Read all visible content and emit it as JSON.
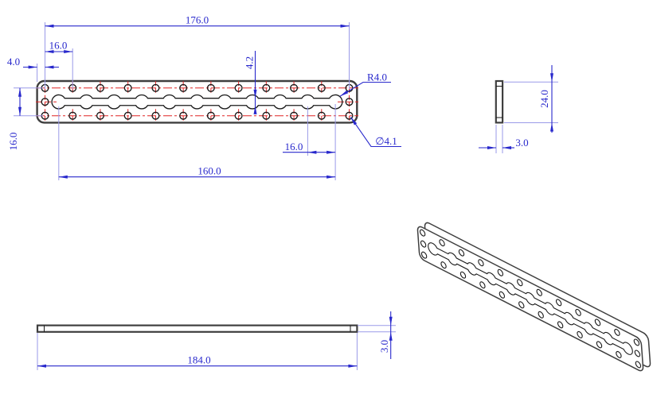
{
  "title": "slotted-beam-engineering-drawing",
  "dims": {
    "front": {
      "hole_span": "176.0",
      "hole_pitch": "16.0",
      "edge_margin": "4.0",
      "slot_width": "4.2",
      "row_pitch": "16.0",
      "slot_length": "160.0",
      "slot_end_pitch": "16.0",
      "end_radius": "R4.0",
      "hole_diameter": "∅4.1"
    },
    "side": {
      "width": "24.0",
      "thickness": "3.0"
    },
    "bottom": {
      "length": "184.0",
      "thickness": "3.0"
    }
  },
  "part": {
    "holes_per_row": 12,
    "hole_rows": 2,
    "mid_end_holes": 2,
    "slot_lobes": 11,
    "length_mm": 184,
    "width_mm": 24,
    "thickness_mm": 3,
    "hole_pitch_mm": 16
  },
  "colors": {
    "dimension": "#2828cc",
    "extension": "#9a9ae8",
    "centerline": "#e02424",
    "outline": "#3f3f3f",
    "feature": "#1a1a1a"
  }
}
